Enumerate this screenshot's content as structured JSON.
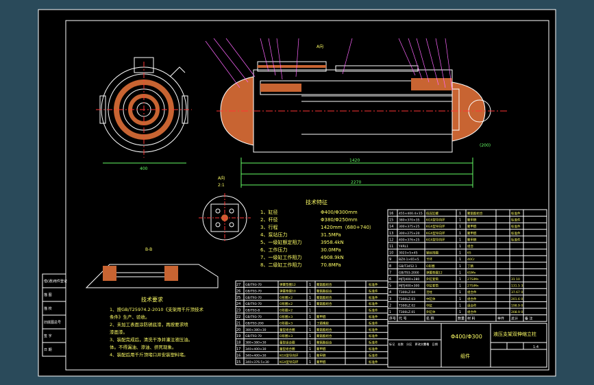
{
  "colors": {
    "background": "#2a4a5a",
    "sheet": "#000000",
    "border": "#ffffff",
    "outline": "#ffffff",
    "dimension": "#66ff66",
    "centerline": "#ff3333",
    "hatch": "#c86432",
    "leader": "#ff66ff",
    "table_line": "#ffffff",
    "text_yellow": "#ffff66",
    "text_cyan": "#66ffff"
  },
  "views": {
    "end_view_dim": "400",
    "section_label": "B-B",
    "view_a_label": "A向",
    "view_a_scale": "2:1",
    "main_view_arrow": "A向",
    "main_dims": [
      "1420",
      "2270",
      "(200)"
    ]
  },
  "tech_specs": {
    "title": "技术特征",
    "lines": [
      {
        "no": "1、缸径",
        "value": "Φ400/Φ300mm"
      },
      {
        "no": "2、杆径",
        "value": "Φ380/Φ250mm"
      },
      {
        "no": "3、行程",
        "value": "1420mm（680+740）"
      },
      {
        "no": "4、泵站压力",
        "value": "31.5MPa"
      },
      {
        "no": "5、一级缸额定阻力",
        "value": "3958.4kN"
      },
      {
        "no": "6、工作压力",
        "value": "30.0MPa"
      },
      {
        "no": "7、一级缸工作阻力",
        "value": "4908.9kN"
      },
      {
        "no": "8、二级缸工作阻力",
        "value": "70.8MPa"
      }
    ]
  },
  "tech_req": {
    "title": "技术要求",
    "lines": [
      "1、按GB/T25974.2-2010《支架用千斤顶技术",
      "条件》生产、验收。",
      "2、未加工表面涂防锈底漆，再按要求喷",
      "漆面漆。",
      "3、装配完成后，清洗干净并灌注液压油。",
      "体。不得漏油、渗油、挤死现象。",
      "4、装配后用千斤顶堵口并安装塑料堵。"
    ]
  },
  "left_stamp": [
    "借(通)用件登记",
    "描 图",
    "描 校",
    "旧底图总号",
    "签 字",
    "日 期"
  ],
  "bom_upper": [
    {
      "no": "16",
      "code": "455×400.4×15",
      "name": "低压缸螺",
      "qty": "1",
      "mat": "聚氨酯组合",
      "note": "标准件"
    },
    {
      "no": "15",
      "code": "380×370×35",
      "name": "KGX型导向环",
      "qty": "1",
      "mat": "聚甲醛",
      "note": "标准件"
    },
    {
      "no": "14",
      "code": "300×375×25",
      "name": "KGX型导向环",
      "qty": "1",
      "mat": "聚甲醛",
      "note": "标准件"
    },
    {
      "no": "13",
      "code": "300×275×20",
      "name": "KGX型导向环",
      "qty": "1",
      "mat": "聚甲醛",
      "note": "标准件"
    },
    {
      "no": "12",
      "code": "400×376×25",
      "name": "KGX型导向环",
      "qty": "1",
      "mat": "聚甲醛",
      "note": "标准件"
    },
    {
      "no": "11",
      "code": "Y4RL1",
      "name": "",
      "qty": "1",
      "mat": "组合",
      "note": ""
    },
    {
      "no": "10",
      "code": "3023×5×45",
      "name": "钢丝挡圈",
      "qty": "1",
      "mat": "65",
      "note": ""
    },
    {
      "no": "9",
      "code": "BZX-1×65×5",
      "name": "卡环",
      "qty": "1",
      "mat": "40Cr",
      "note": ""
    },
    {
      "no": "8",
      "code": "GB/T3452.1",
      "name": "O形圈",
      "qty": "1",
      "mat": "丁腈",
      "note": ""
    },
    {
      "no": "7",
      "code": "GB/T93-2000",
      "name": "弹簧垫圈12",
      "qty": "1",
      "mat": "65Mn",
      "note": ""
    },
    {
      "no": "6",
      "code": "MJTJ400×280",
      "name": "外缸套筒",
      "qty": "1",
      "mat": "27SiMn",
      "note": "31 10"
    },
    {
      "no": "5",
      "code": "MJTJ400×300",
      "name": "中缸套筒",
      "qty": "1",
      "mat": "27SiMn",
      "note": "131.5 3"
    },
    {
      "no": "4",
      "code": "T300LZ.04",
      "name": "活柱",
      "qty": "1",
      "mat": "组合件",
      "note": "37.67 0"
    },
    {
      "no": "3",
      "code": "T300LZ.03",
      "name": "中缸体",
      "qty": "1",
      "mat": "组合件",
      "note": "201.6 0"
    },
    {
      "no": "2",
      "code": "T300LZ.02",
      "name": "中缸",
      "qty": "1",
      "mat": "组合件",
      "note": "198.9 0"
    },
    {
      "no": "1",
      "code": "T300LZ.01",
      "name": "外缸体",
      "qty": "1",
      "mat": "组合件",
      "note": "208.9 0"
    }
  ],
  "bom_upper_header": [
    "序号",
    "代 号",
    "名 称",
    "数量",
    "材 料",
    "单件",
    "总计",
    "备 注"
  ],
  "bom_lower": [
    {
      "no": "27",
      "code": "GB/T93-70",
      "name": "弹簧垫圈12",
      "qty": "1",
      "mat": "聚氨酯组合",
      "note": "标准件"
    },
    {
      "no": "26",
      "code": "GB/T93-70",
      "name": "弹簧垫圈10",
      "qty": "1",
      "mat": "聚氨酯组合",
      "note": "标准件"
    },
    {
      "no": "25",
      "code": "GB/T93-70",
      "name": "O形圈×2",
      "qty": "1",
      "mat": "聚氨酯组合",
      "note": "标准件"
    },
    {
      "no": "24",
      "code": "GB/T93-70",
      "name": "O形圈×2",
      "qty": "1",
      "mat": "聚氨酯组合",
      "note": "标准件"
    },
    {
      "no": "23",
      "code": "GB/T93-8",
      "name": "O形圈×2",
      "qty": "1",
      "mat": "",
      "note": "标准件"
    },
    {
      "no": "22",
      "code": "GB/T93-70",
      "name": "O形圈×3",
      "qty": "1",
      "mat": "聚甲醛",
      "note": "标准件"
    },
    {
      "no": "21",
      "code": "GB/T93-200",
      "name": "O形圈×3",
      "qty": "1",
      "mat": "丁腈橡胶",
      "note": "标准件"
    },
    {
      "no": "20",
      "code": "380×380×30",
      "name": "蕾型组合圈",
      "qty": "1",
      "mat": "聚氨酯组合",
      "note": "标准件"
    },
    {
      "no": "19",
      "code": "GB/T93-70",
      "name": "O形圈×3",
      "qty": "1",
      "mat": "聚氨酯组合",
      "note": "标准件"
    },
    {
      "no": "18",
      "code": "380×380×30",
      "name": "蕾型组合圈",
      "qty": "1",
      "mat": "聚氨酯组合",
      "note": "标准件"
    },
    {
      "no": "17",
      "code": "340×400×30",
      "name": "蕾型组合圈",
      "qty": "1",
      "mat": "聚甲醛",
      "note": "标准件"
    },
    {
      "no": "16",
      "code": "340×400×30",
      "name": "KGX型导向环",
      "qty": "1",
      "mat": "聚甲醛",
      "note": "标准件"
    },
    {
      "no": "15",
      "code": "340×376.5×30",
      "name": "KGX型导向环",
      "qty": "1",
      "mat": "聚甲醛",
      "note": "标准件"
    }
  ],
  "title_block": {
    "model": "Φ400/Φ300",
    "name": "液压支架双伸缩立柱",
    "doc_type": "组件",
    "scale": "1:4",
    "labels": [
      "标记",
      "处数",
      "分区",
      "更改文件号",
      "签名",
      "日期"
    ]
  }
}
